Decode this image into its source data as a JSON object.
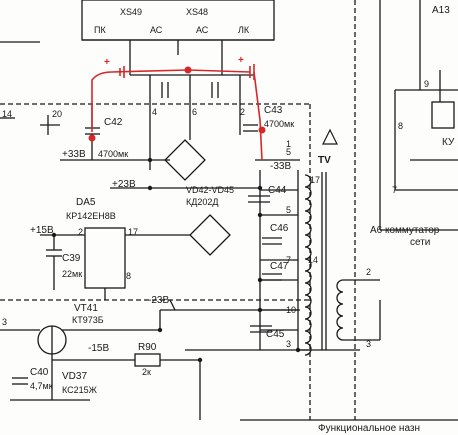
{
  "connectors": {
    "top": [
      "ПК",
      "ХS49",
      "ХS48",
      "АС",
      "АС",
      "ЛК"
    ],
    "right_block": "А13"
  },
  "labels": {
    "c42": "С42",
    "c42_val": "4700мк",
    "c43": "С43",
    "c43_val": "4700мк",
    "v33": "+33В",
    "v33b": "-33В",
    "v23": "+23В",
    "v15": "+15В",
    "m23": "-23В",
    "m15": "-15В",
    "da5": "DA5",
    "da5_type": "КР142ЕН8В",
    "c39": "С39",
    "c39_val": "22мк",
    "vd_range": "VD42-VD45",
    "vd_type": "КД202Д",
    "vt41": "VT41",
    "vt41_type": "КТ973Б",
    "r90": "R90",
    "r90_val": "2к",
    "c40": "С40",
    "c40_val": "4,7мк",
    "vd37": "VD37",
    "vd37_type": "КС215Ж",
    "c44": "С44",
    "c46": "С46",
    "c47": "С47",
    "c45": "С45",
    "tv": "TV",
    "switch": "А6 коммутатор",
    "switch2": "сети",
    "bottom": "Функциональное назн",
    "ku": "КУ",
    "n14": "14",
    "n20": "20",
    "n4": "4",
    "n6": "6",
    "n2": "2",
    "n1": "1",
    "n5": "5",
    "n17": "17",
    "n8": "8",
    "n3": "3",
    "t17": "17",
    "t5": "5",
    "t7": "7",
    "t14": "14",
    "t10": "10",
    "t3": "3",
    "r2": "2",
    "r3": "3",
    "r9": "9",
    "r8": "8",
    "r7": "7"
  },
  "red_marks": [
    "+",
    "+"
  ]
}
